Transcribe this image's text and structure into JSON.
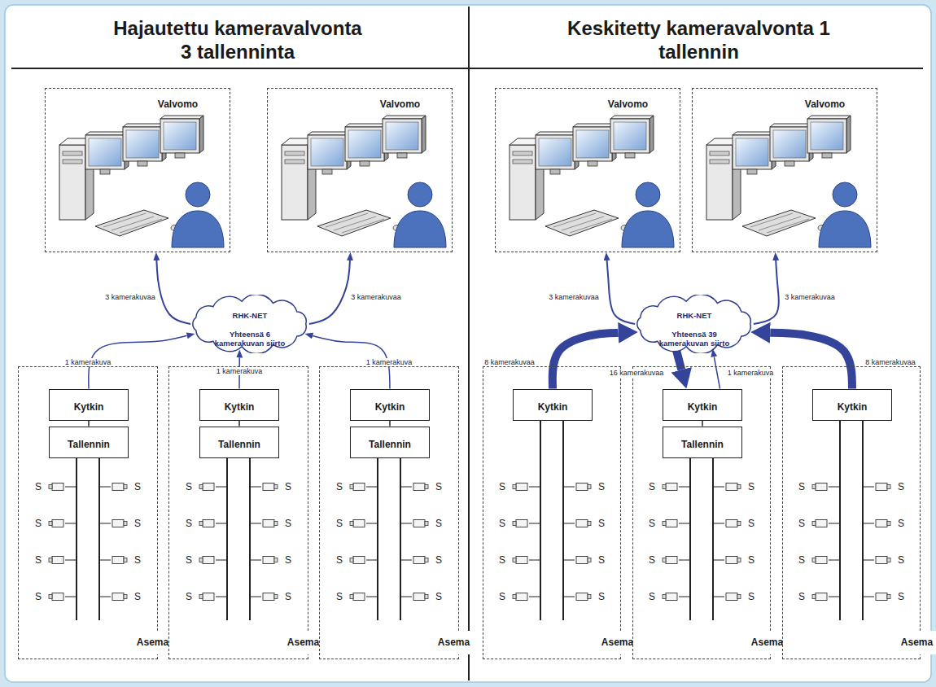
{
  "diagram": {
    "nodes": [
      {
        "text": [
          "Hajautettu kameravalvonta 3 tallenninta"
        ]
      },
      {
        "text": [
          "Keskitetty kameravalvonta 1 tallennin"
        ]
      },
      {
        "text": [
          "Valvomo"
        ],
        "in": 0
      },
      {
        "text": [
          "Valvomo"
        ],
        "in": 0
      },
      {
        "text": [
          "RHK-NET",
          "Yhteensä 6 kamerakuvan siirto"
        ],
        "in": 0
      },
      {
        "text": [
          "Asema"
        ],
        "in": 0
      },
      {
        "text": [
          "Kytkin"
        ],
        "in": 5
      },
      {
        "text": [
          "Tallennin"
        ],
        "in": 5
      },
      {
        "text": [
          "Asema"
        ],
        "in": 0
      },
      {
        "text": [
          "Kytkin"
        ],
        "in": 8
      },
      {
        "text": [
          "Tallennin"
        ],
        "in": 8
      },
      {
        "text": [
          "Asema"
        ],
        "in": 0
      },
      {
        "text": [
          "Kytkin"
        ],
        "in": 11
      },
      {
        "text": [
          "Tallennin"
        ],
        "in": 11
      },
      {
        "text": [
          "Valvomo"
        ],
        "in": 1
      },
      {
        "text": [
          "Valvomo"
        ],
        "in": 1
      },
      {
        "text": [
          "RHK-NET",
          "Yhteensä 39 kamerakuvan siirto"
        ],
        "in": 1
      },
      {
        "text": [
          "Asema"
        ],
        "in": 1
      },
      {
        "text": [
          "Kytkin"
        ],
        "in": 17
      },
      {
        "text": [
          "Asema"
        ],
        "in": 1
      },
      {
        "text": [
          "Kytkin"
        ],
        "in": 19
      },
      {
        "text": [
          "Tallennin"
        ],
        "in": 19
      },
      {
        "text": [
          "Asema"
        ],
        "in": 1
      },
      {
        "text": [
          "Kytkin"
        ],
        "in": 22
      }
    ],
    "edges": [
      {
        "from": 6,
        "to": 7,
        "arrow": "none"
      },
      {
        "from": 9,
        "to": 10,
        "arrow": "none"
      },
      {
        "from": 12,
        "to": 13,
        "arrow": "none"
      },
      {
        "from": 6,
        "to": 4,
        "label": "1 kamerakuva",
        "arrow": "to"
      },
      {
        "from": 9,
        "to": 4,
        "label": "1 kamerakuva",
        "arrow": "to"
      },
      {
        "from": 12,
        "to": 4,
        "label": "1 kamerakuva",
        "arrow": "to"
      },
      {
        "from": 4,
        "to": 2,
        "label": "3 kamerakuvaa",
        "arrow": "to"
      },
      {
        "from": 4,
        "to": 3,
        "label": "3 kamerakuvaa",
        "arrow": "to"
      },
      {
        "from": 20,
        "to": 21,
        "arrow": "none"
      },
      {
        "from": 18,
        "to": 16,
        "label": "8 kamerakuvaa",
        "arrow": "to"
      },
      {
        "from": 16,
        "to": 20,
        "label": "16 kamerakuvaa",
        "arrow": "to"
      },
      {
        "from": 20,
        "to": 16,
        "label": "1 kamerakuva",
        "arrow": "to"
      },
      {
        "from": 23,
        "to": 16,
        "label": "8 kamerakuvaa",
        "arrow": "to"
      },
      {
        "from": 16,
        "to": 14,
        "label": "3 kamerakuvaa",
        "arrow": "to"
      },
      {
        "from": 16,
        "to": 15,
        "label": "3 kamerakuvaa",
        "arrow": "to"
      }
    ],
    "labels": [
      "S",
      "S",
      "S",
      "S",
      "S",
      "S",
      "S",
      "S",
      "S",
      "S",
      "S",
      "S",
      "S",
      "S",
      "S",
      "S",
      "S",
      "S",
      "S",
      "S",
      "S",
      "S",
      "S",
      "S",
      "S",
      "S",
      "S",
      "S",
      "S",
      "S",
      "S",
      "S",
      "S",
      "S",
      "S",
      "S",
      "S",
      "S",
      "S",
      "S",
      "S",
      "S",
      "S",
      "S",
      "S",
      "S",
      "S",
      "S"
    ]
  }
}
